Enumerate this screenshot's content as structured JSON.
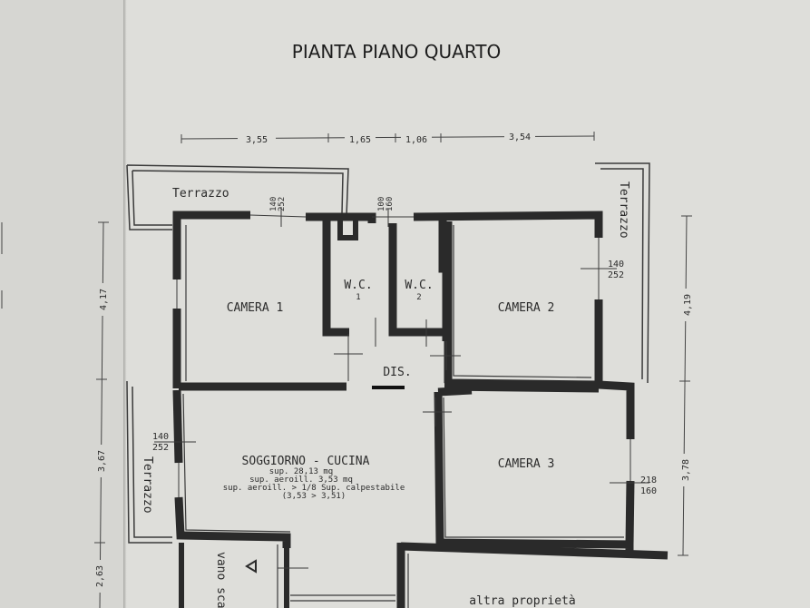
{
  "plan": {
    "title": "PIANTA PIANO QUARTO",
    "top_dims": [
      "3,55",
      "1,65",
      "1,06",
      "3,54"
    ],
    "right_dims": [
      "4,19",
      "3,78"
    ],
    "left_dims": [
      "4,17",
      "3,67",
      "2,63"
    ],
    "rooms": {
      "camera1": "CAMERA 1",
      "camera2": "CAMERA 2",
      "camera3": "CAMERA 3",
      "wc1_a": "W.C.",
      "wc1_b": "1",
      "wc2_a": "W.C.",
      "wc2_b": "2",
      "dis": "DIS.",
      "soggiorno": "SOGGIORNO - CUCINA",
      "vano_scala": "vano scala",
      "altra": "altra proprietà"
    },
    "terraces": {
      "top_left": "Terrazzo",
      "right": "Terrazzo",
      "left": "Terrazzo"
    },
    "openings": {
      "t1_top": "140",
      "t1_bot": "252",
      "t2_top": "100",
      "t2_bot": "160",
      "t3_top": "140",
      "t3_bot": "252",
      "t4_top": "140",
      "t4_bot": "252",
      "t5_top": "218",
      "t5_bot": "160"
    },
    "notes": {
      "sup": "sup. 28,13 mq",
      "aeroill": "sup. aeroill. 3,53 mq",
      "ratio": "sup. aeroill. > 1/8 Sup. calpestabile",
      "calc": "(3,53 > 3,51)"
    }
  }
}
